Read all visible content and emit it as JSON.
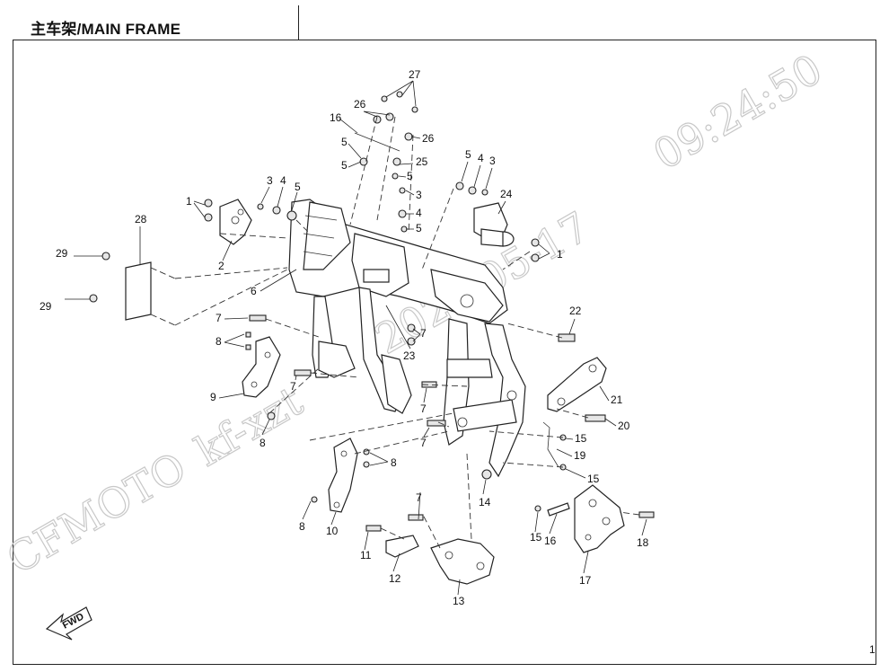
{
  "title": "主车架/MAIN FRAME",
  "watermark": {
    "brand": "CFMOTO",
    "code": "kf-xzt",
    "date": "2021-05-17",
    "time": "09:24:50"
  },
  "fwd_label": "FWD",
  "page_corner_mark": "1",
  "callouts": [
    "1",
    "1",
    "2",
    "3",
    "4",
    "5",
    "3",
    "4",
    "5",
    "3",
    "4",
    "5",
    "5",
    "5",
    "5",
    "6",
    "7",
    "7",
    "7",
    "7",
    "7",
    "7",
    "8",
    "8",
    "8",
    "8",
    "9",
    "10",
    "11",
    "12",
    "13",
    "14",
    "15",
    "15",
    "15",
    "16",
    "16",
    "17",
    "18",
    "19",
    "20",
    "21",
    "22",
    "23",
    "24",
    "25",
    "26",
    "26",
    "27",
    "28",
    "29",
    "29"
  ],
  "colors": {
    "line": "#222222",
    "watermark": "#c8c8c8",
    "background": "#ffffff"
  }
}
